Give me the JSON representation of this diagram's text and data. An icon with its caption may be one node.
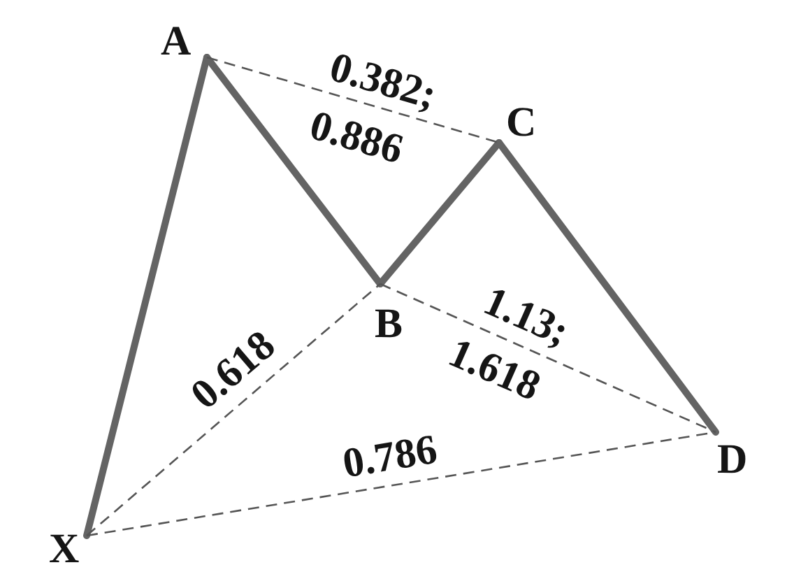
{
  "diagram": {
    "nodes": [
      {
        "text": [
          "A"
        ]
      },
      {
        "text": [
          "C"
        ]
      },
      {
        "text": [
          "B"
        ]
      },
      {
        "text": [
          "D"
        ]
      },
      {
        "text": [
          "X"
        ]
      }
    ],
    "edges": [
      {
        "from": 4,
        "to": 0,
        "arrow": "none",
        "style": "thick"
      },
      {
        "from": 0,
        "to": 2,
        "arrow": "none",
        "style": "thick"
      },
      {
        "from": 2,
        "to": 1,
        "arrow": "none",
        "style": "thick"
      },
      {
        "from": 1,
        "to": 3,
        "arrow": "none",
        "style": "thick"
      },
      {
        "from": 0,
        "to": 1,
        "arrow": "none",
        "style": "dashed",
        "label": "0.382; 0.886"
      },
      {
        "from": 4,
        "to": 2,
        "arrow": "none",
        "style": "dashed",
        "label": "0.618"
      },
      {
        "from": 2,
        "to": 3,
        "arrow": "none",
        "style": "dashed",
        "label": "1.13; 1.618"
      },
      {
        "from": 4,
        "to": 3,
        "arrow": "none",
        "style": "dashed",
        "label": "0.786"
      }
    ]
  }
}
